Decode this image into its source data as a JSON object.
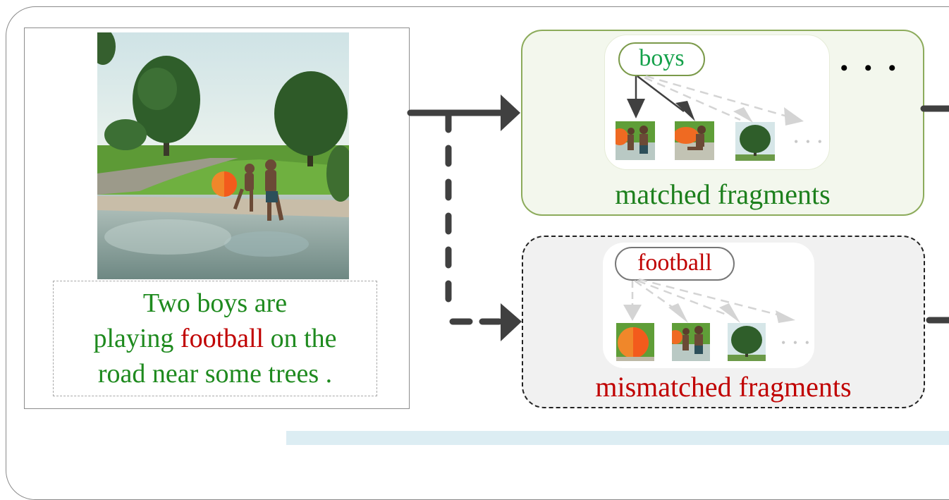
{
  "input": {
    "image_alt": "two boys running through water on a road with a ball and trees",
    "caption": {
      "line1": "Two boys  are",
      "line2_before": "playing ",
      "line2_mismatch": "football",
      "line2_after": " on the",
      "line3": "road near some trees ."
    }
  },
  "matched": {
    "word": "boys",
    "title": "matched fragments",
    "more_indicator": "• • •",
    "thumb_ellipsis": "• • •",
    "thumbnails": [
      "two-boys-running",
      "boy-running",
      "tree"
    ]
  },
  "mismatched": {
    "word": "football",
    "title": "mismatched fragments",
    "thumb_ellipsis": "• • •",
    "thumbnails": [
      "ball",
      "two-boys-running",
      "tree"
    ]
  },
  "colors": {
    "matched_green": "#1d801d",
    "word_green": "#14a14a",
    "mismatch_red": "#c00000",
    "matched_border": "#8cab5b",
    "matched_bg": "#f3f7ed",
    "mismatched_bg": "#f1f1f1",
    "arrow_dark": "#404040",
    "arrow_light": "#d4d4d4",
    "band_blue": "#dcedf3"
  }
}
